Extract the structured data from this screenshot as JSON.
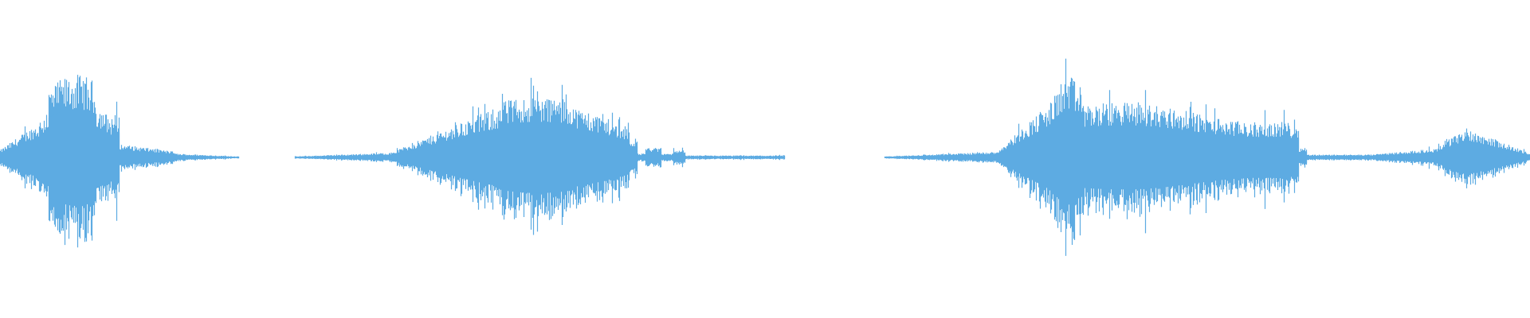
{
  "waveform": {
    "color": "#5dabe2",
    "background": "#ffffff",
    "segments": [
      {
        "name": "burst-1",
        "start_fraction": 0.0,
        "end_fraction": 0.155,
        "shape": "spiky-then-taper"
      },
      {
        "name": "burst-2",
        "start_fraction": 0.193,
        "end_fraction": 0.512,
        "shape": "rounded-swell"
      },
      {
        "name": "burst-3",
        "start_fraction": 0.578,
        "end_fraction": 1.0,
        "shape": "large-swell-with-tail"
      }
    ]
  }
}
